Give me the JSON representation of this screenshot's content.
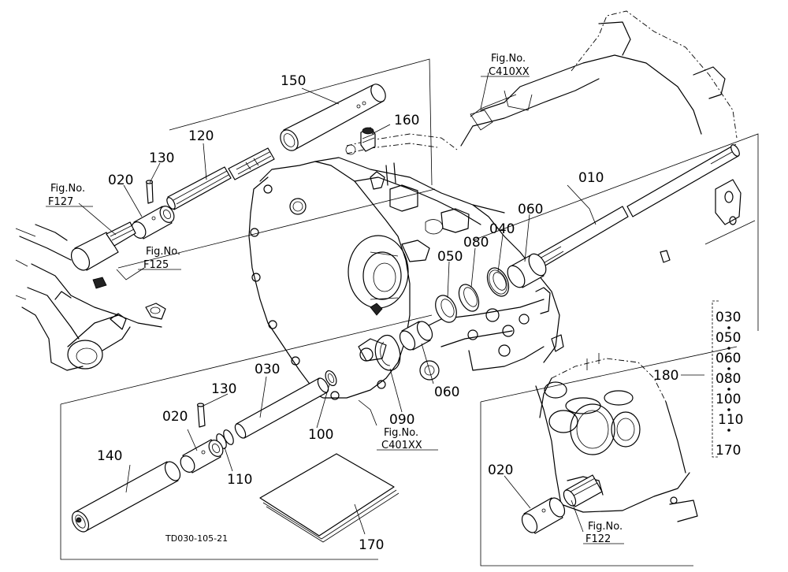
{
  "parts": {
    "p150": "150",
    "p160": "160",
    "p120": "120",
    "p130_top": "130",
    "p020_top": "020",
    "p010": "010",
    "p060_top": "060",
    "p040": "040",
    "p080": "080",
    "p050": "050",
    "p030": "030",
    "p130_bottom": "130",
    "p020_bottom": "020",
    "p140": "140",
    "p110": "110",
    "p100": "100",
    "p090": "090",
    "p060_bottom": "060",
    "p170": "170",
    "p020_right": "020",
    "p180": "180"
  },
  "fig_refs": {
    "c410": {
      "line1": "Fig.No.",
      "line2": "C410XX"
    },
    "f127": {
      "line1": "Fig.No.",
      "line2": "F127"
    },
    "f125": {
      "line1": "Fig.No.",
      "line2": "F125"
    },
    "c401": {
      "line1": "Fig.No.",
      "line2": "C401XX"
    },
    "f122": {
      "line1": "Fig.No.",
      "line2": "F122"
    }
  },
  "kit_items": [
    "030",
    "050",
    "060",
    "080",
    "100",
    "110",
    "170"
  ],
  "drawing_code": "TD030-105-21"
}
